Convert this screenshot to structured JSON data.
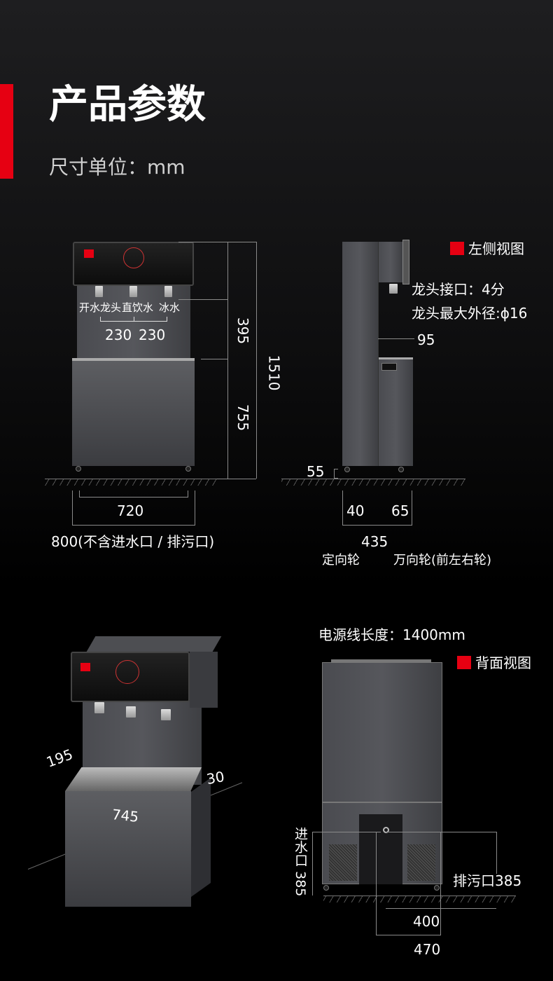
{
  "header": {
    "title": "产品参数",
    "unit_label": "尺寸单位：mm",
    "accent": "#e60012"
  },
  "front_view": {
    "faucet_labels": [
      "开水龙头",
      "直饮水",
      "冰水"
    ],
    "faucet_spacing": [
      "230",
      "230"
    ],
    "upper_height": "395",
    "lower_height": "755",
    "total_height": "1510",
    "base_width": "720",
    "total_width": "800(不含进水口 / 排污口)"
  },
  "side_view": {
    "title": "左侧视图",
    "faucet_port": "龙头接口：4分",
    "faucet_diameter": "龙头最大外径:ϕ16",
    "faucet_depth": "95",
    "wheel_height": "55",
    "front_offset": "40",
    "rear_offset": "65",
    "depth": "435",
    "fixed_wheel": "定向轮",
    "swivel_wheel": "万向轮(前左右轮)"
  },
  "iso_view": {
    "tray_depth": "195",
    "tray_width": "745",
    "tray_height": "30"
  },
  "back_view": {
    "title": "背面视图",
    "cord_length": "电源线长度：1400mm",
    "inlet_label": "进水口 385",
    "drain_label": "排污口385",
    "inlet_width": "400",
    "drain_width": "470"
  }
}
